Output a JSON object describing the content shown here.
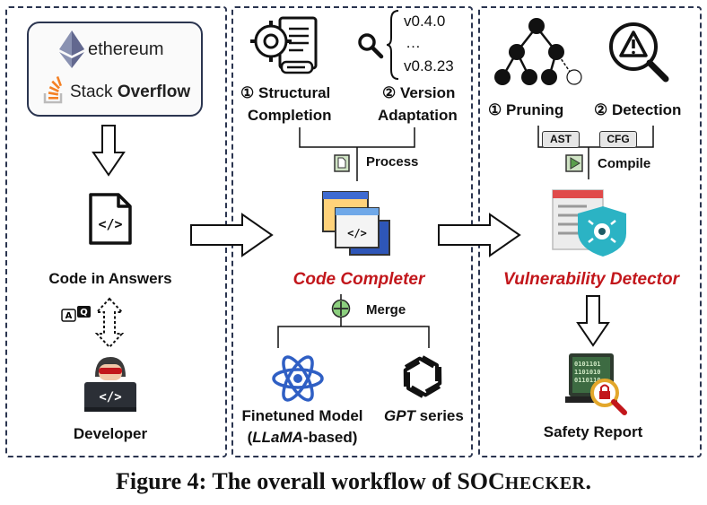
{
  "sources": {
    "ethereum": "ethereum",
    "so_prefix": "Stack ",
    "so_bold": "Overflow"
  },
  "left": {
    "code_label": "Code in Answers",
    "developer_label": "Developer"
  },
  "middle": {
    "step1_num": "①",
    "step1_l1": "Structural",
    "step1_l2": "Completion",
    "step2_num": "②",
    "step2_l1": "Version",
    "step2_l2": "Adaptation",
    "version_top": "v0.4.0",
    "version_mid": "…",
    "version_bot": "v0.8.23",
    "process_label": "Process",
    "completer_title": "Code Completer",
    "merge_label": "Merge",
    "model1_l1": "Finetuned Model",
    "model1_l2_open": "(",
    "model1_l2_ital": "LLaMA",
    "model1_l2_rest": "-based)",
    "model2_ital": "GPT",
    "model2_rest": " series"
  },
  "right": {
    "step1_num": "①",
    "step1_label": "Pruning",
    "step2_num": "②",
    "step2_label": "Detection",
    "ast": "AST",
    "cfg": "CFG",
    "compile_label": "Compile",
    "detector_title": "Vulnerability Detector",
    "report_label": "Safety Report"
  },
  "caption": {
    "prefix": "Figure 4: The overall workflow of SOC",
    "smallcaps": "HECKER",
    "suffix": "."
  },
  "colors": {
    "accent_red": "#c2161b",
    "panel_border": "#2b3550",
    "code_blue": "#3f6bd1",
    "teal": "#2bb3c4"
  }
}
